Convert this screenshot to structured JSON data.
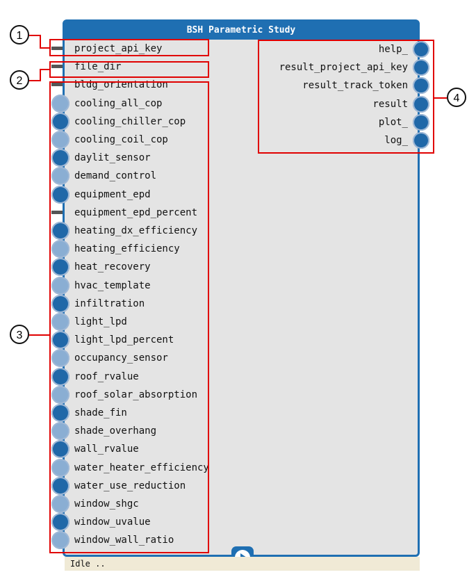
{
  "node": {
    "title": "BSH Parametric Study",
    "status": "Idle ..",
    "inputs": [
      "project_api_key",
      "file_dir",
      "bldg_orientation",
      "cooling_all_cop",
      "cooling_chiller_cop",
      "cooling_coil_cop",
      "daylit_sensor",
      "demand_control",
      "equipment_epd",
      "equipment_epd_percent",
      "heating_dx_efficiency",
      "heating_efficiency",
      "heat_recovery",
      "hvac_template",
      "infiltration",
      "light_lpd",
      "light_lpd_percent",
      "occupancy_sensor",
      "roof_rvalue",
      "roof_solar_absorption",
      "shade_fin",
      "shade_overhang",
      "wall_rvalue",
      "water_heater_efficiency",
      "water_use_reduction",
      "window_shgc",
      "window_uvalue",
      "window_wall_ratio"
    ],
    "outputs": [
      "help_",
      "result_project_api_key",
      "result_track_token",
      "result",
      "plot_",
      "log_"
    ]
  },
  "callouts": [
    "1",
    "2",
    "3",
    "4"
  ],
  "colors": {
    "accent": "#1f6fb2",
    "highlight": "#e00000",
    "panel": "#e4e4e4",
    "status_bg": "#f0ead6"
  }
}
